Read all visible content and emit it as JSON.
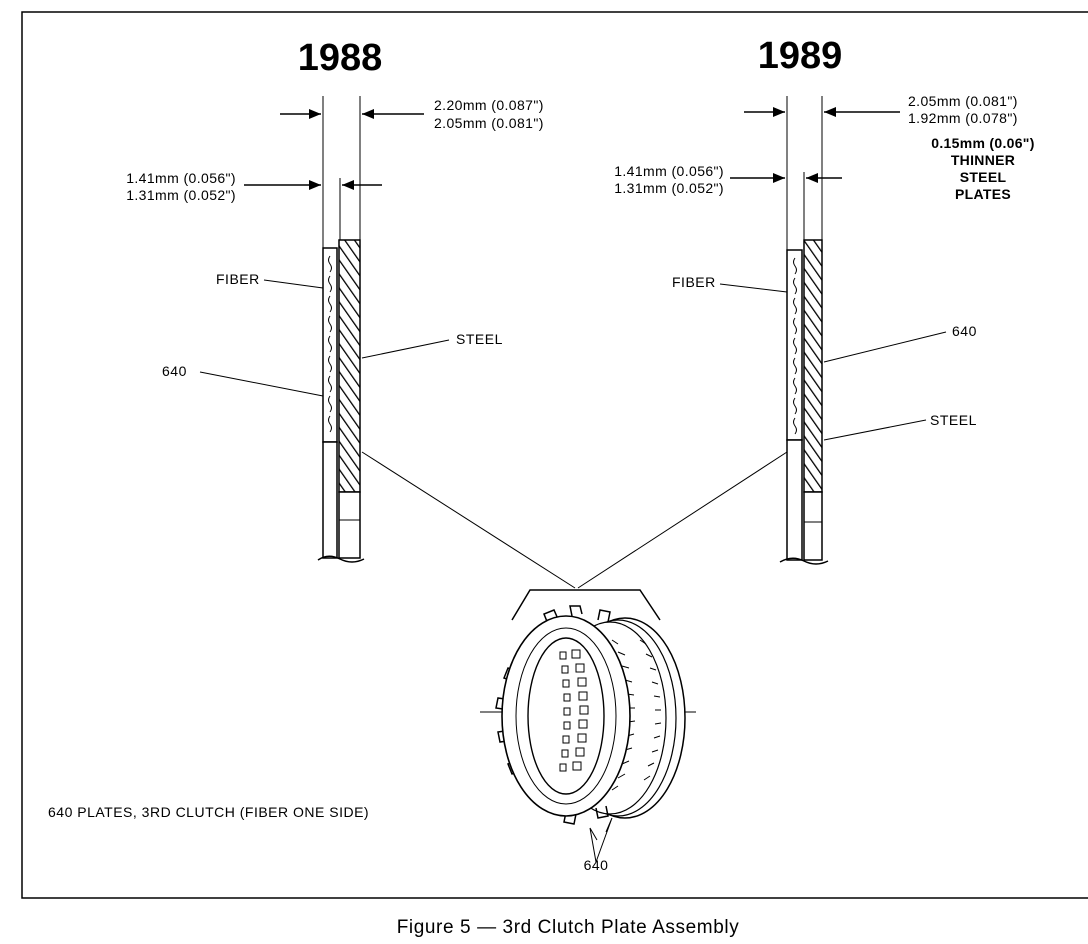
{
  "figure": {
    "caption": "Figure 5 — 3rd Clutch Plate Assembly",
    "footnote": "640  PLATES, 3RD CLUTCH (FIBER ONE SIDE)",
    "assembly_label": "640"
  },
  "left": {
    "year": "1988",
    "top_dim_line1": "2.20mm (0.087\")",
    "top_dim_line2": "2.05mm (0.081\")",
    "fiber_dim_line1": "1.41mm (0.056\")",
    "fiber_dim_line2": "1.31mm (0.052\")",
    "fiber_label": "FIBER",
    "steel_label": "STEEL",
    "part_label": "640"
  },
  "right": {
    "year": "1989",
    "top_dim_line1": "2.05mm (0.081\")",
    "top_dim_line2": "1.92mm (0.078\")",
    "fiber_dim_line1": "1.41mm (0.056\")",
    "fiber_dim_line2": "1.31mm (0.052\")",
    "note_line1": "0.15mm (0.06\")",
    "note_line2": "THINNER",
    "note_line3": "STEEL",
    "note_line4": "PLATES",
    "fiber_label": "FIBER",
    "steel_label": "STEEL",
    "part_label": "640"
  }
}
